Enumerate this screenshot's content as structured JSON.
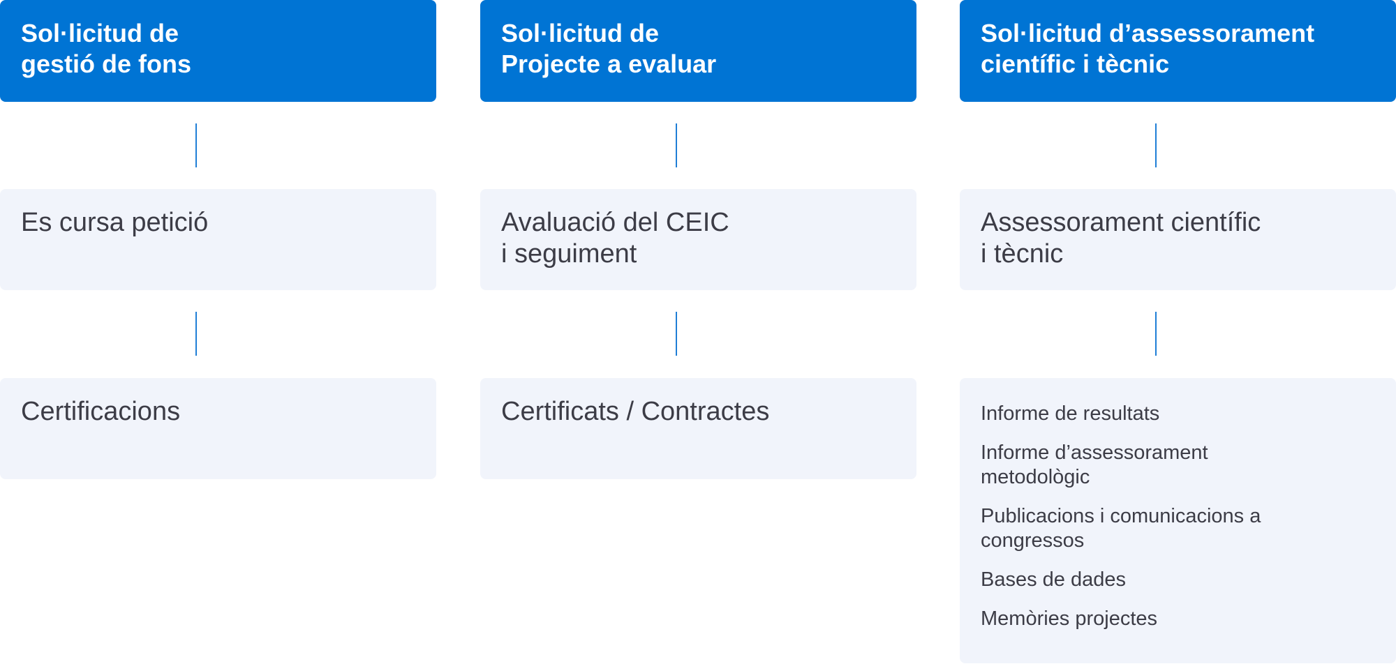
{
  "columns": [
    {
      "header": [
        "Sol·licitud de",
        "gestió de fons"
      ],
      "step": [
        "Es cursa petició"
      ],
      "result": [
        "Certificacions"
      ]
    },
    {
      "header": [
        "Sol·licitud de",
        "Projecte a evaluar"
      ],
      "step": [
        "Avaluació del CEIC",
        "i seguiment"
      ],
      "result": [
        "Certificats / Contractes"
      ]
    },
    {
      "header": [
        "Sol·licitud d’assessorament",
        "científic i tècnic"
      ],
      "step": [
        "Assessorament científic",
        "i tècnic"
      ],
      "outputs": [
        [
          "Informe de resultats"
        ],
        [
          "Informe d’assessorament",
          "metodològic"
        ],
        [
          "Publicacions i comunicacions a",
          "congressos"
        ],
        [
          "Bases de dades"
        ],
        [
          "Memòries projectes"
        ]
      ]
    }
  ],
  "colors": {
    "header_bg": "#0074d4",
    "header_text": "#ffffff",
    "box_bg": "#f1f4fb",
    "body_text": "#3c3c46",
    "connector": "#1f7ed6"
  }
}
